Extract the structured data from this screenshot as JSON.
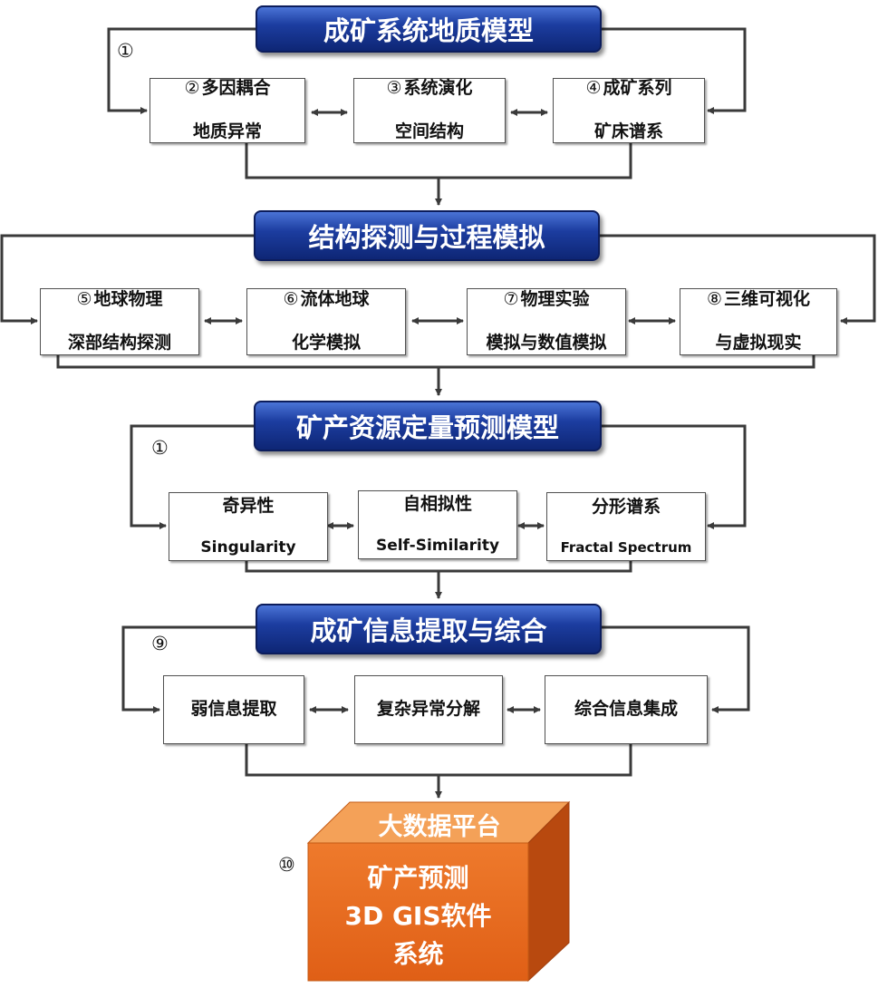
{
  "sections": [
    {
      "banner": "成矿系统地质模型",
      "marker": "①",
      "boxes": [
        {
          "num": "②",
          "lines": [
            "多因耦合",
            "地质异常"
          ]
        },
        {
          "num": "③",
          "lines": [
            "系统演化",
            "空间结构"
          ]
        },
        {
          "num": "④",
          "lines": [
            "成矿系列",
            "矿床谱系"
          ]
        }
      ]
    },
    {
      "banner": "结构探测与过程模拟",
      "marker": "",
      "boxes": [
        {
          "num": "⑤",
          "lines": [
            "地球物理",
            "深部结构探测"
          ]
        },
        {
          "num": "⑥",
          "lines": [
            "流体地球",
            "化学模拟"
          ]
        },
        {
          "num": "⑦",
          "lines": [
            "物理实验",
            "模拟与数值模拟"
          ]
        },
        {
          "num": "⑧",
          "lines": [
            "三维可视化",
            "与虚拟现实"
          ]
        }
      ]
    },
    {
      "banner": "矿产资源定量预测模型",
      "marker": "①",
      "boxes": [
        {
          "cn": "奇异性",
          "en": "Singularity"
        },
        {
          "cn": "自相拟性",
          "en": "Self-Similarity"
        },
        {
          "cn": "分形谱系",
          "en": "Fractal Spectrum"
        }
      ]
    },
    {
      "banner": "成矿信息提取与综合",
      "marker": "⑨",
      "boxes": [
        {
          "lines": [
            "弱信息提取"
          ]
        },
        {
          "lines": [
            "复杂异常分解"
          ]
        },
        {
          "lines": [
            "综合信息集成"
          ]
        }
      ]
    }
  ],
  "platform": {
    "top_label": "大数据平台",
    "marker": "⑩",
    "front_lines": [
      "矿产预测",
      "3D GIS软件",
      "系统"
    ]
  },
  "colors": {
    "banner_blue": "#1c3da0",
    "cube_front": "#e8661c",
    "cube_top": "#f4a158",
    "cube_side": "#b8490f",
    "line": "#3a3a3a"
  }
}
